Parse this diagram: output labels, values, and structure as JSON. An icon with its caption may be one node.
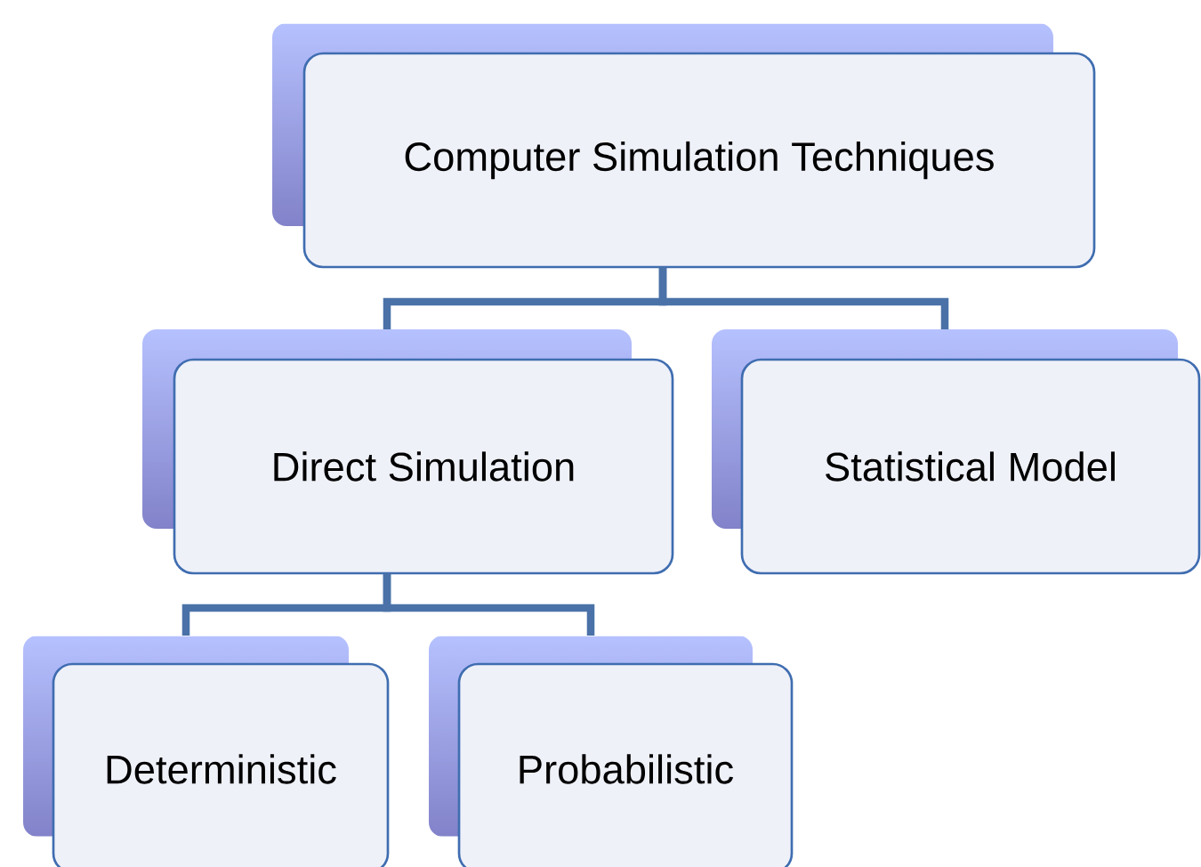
{
  "diagram": {
    "nodes": [
      {
        "text": [
          "Computer Simulation Techniques"
        ]
      },
      {
        "text": [
          "Direct Simulation"
        ]
      },
      {
        "text": [
          "Statistical Model"
        ]
      },
      {
        "text": [
          "Deterministic"
        ]
      },
      {
        "text": [
          "Probabilistic"
        ]
      }
    ],
    "edges": [
      {
        "from": 0,
        "to": 1,
        "arrow": "none"
      },
      {
        "from": 0,
        "to": 2,
        "arrow": "none"
      },
      {
        "from": 1,
        "to": 3,
        "arrow": "none"
      },
      {
        "from": 1,
        "to": 4,
        "arrow": "none"
      }
    ]
  }
}
